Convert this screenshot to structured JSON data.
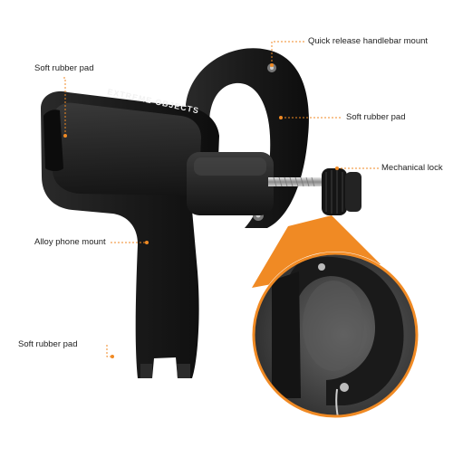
{
  "callouts": {
    "quick_release": "Quick release handlebar mount",
    "pad_top_left": "Soft rubber pad",
    "pad_right": "Soft rubber pad",
    "mechanical_lock": "Mechanical lock",
    "alloy_mount": "Alloy phone mount",
    "pad_bottom": "Soft rubber pad"
  },
  "product": {
    "brand_text": "EXTREME OBJECTS"
  },
  "colors": {
    "accent": "#f08a24",
    "body": "#1c1c1c",
    "highlight": "#3a3a3a"
  }
}
